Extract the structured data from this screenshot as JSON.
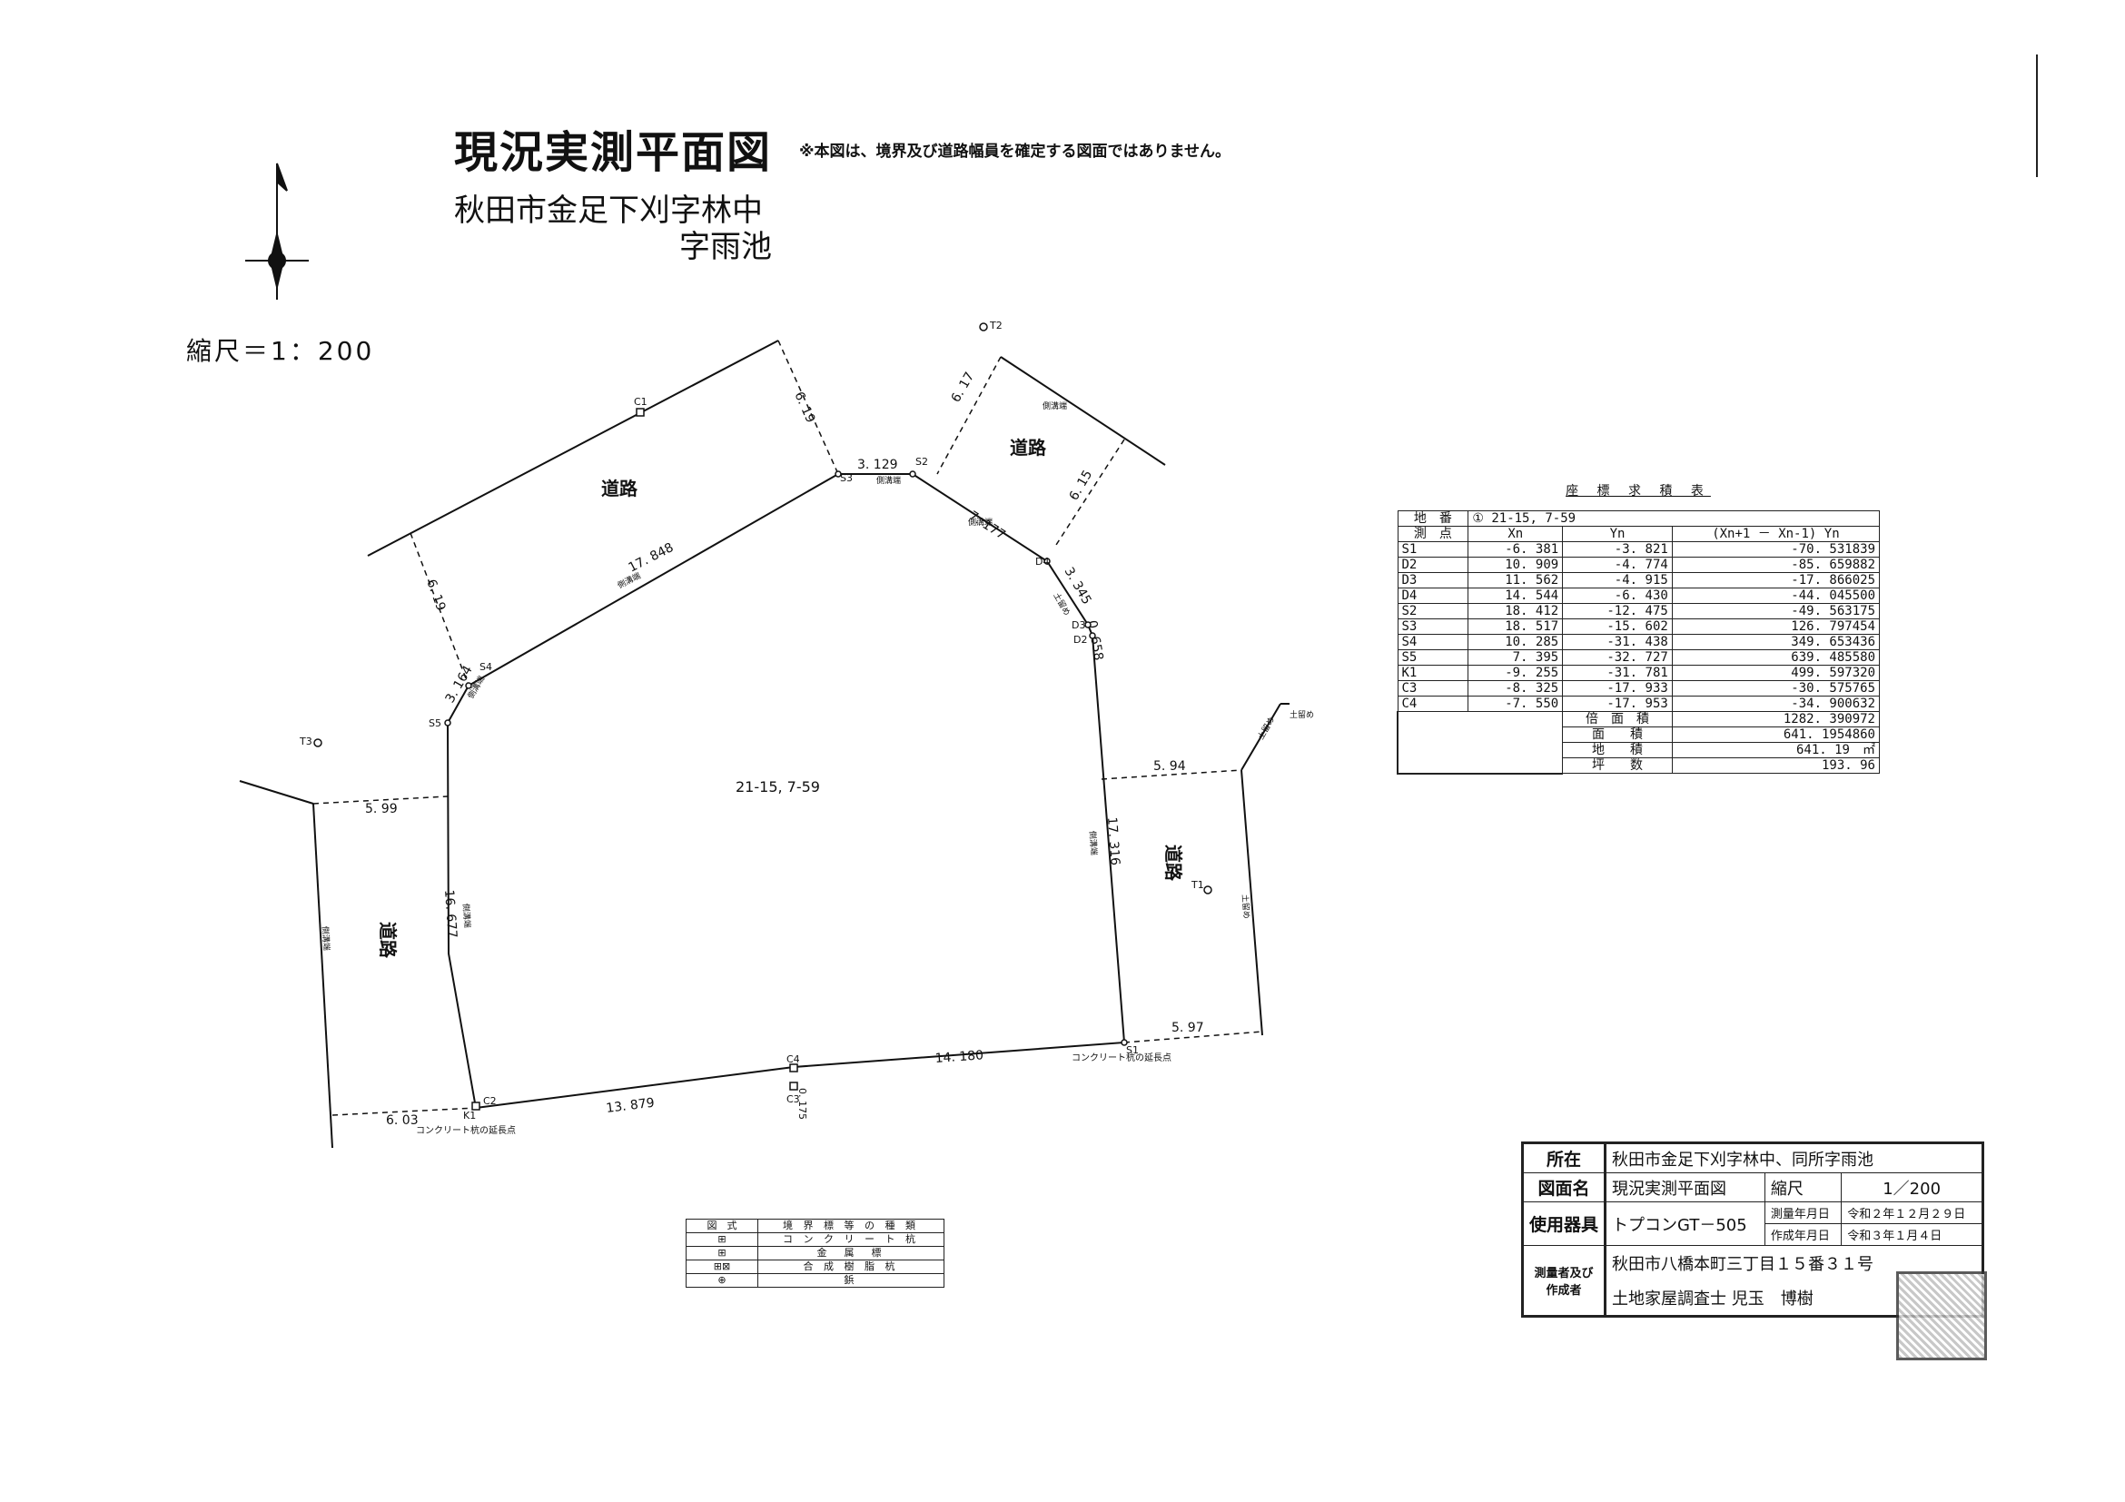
{
  "header": {
    "title": "現況実測平面図",
    "note": "※本図は、境界及び道路幅員を確定する図面ではありません。",
    "location_line1": "秋田市金足下刈字林中",
    "location_line2": "字雨池",
    "scale": "縮尺＝1：200"
  },
  "plan": {
    "parcel_label": "21-15, 7-59",
    "road_label": "道路",
    "edge_labels": [
      "17. 848",
      "3. 129",
      "7. 177",
      "3. 345",
      "0. 658",
      "17. 316",
      "14. 180",
      "13. 879",
      "16. 677",
      "3. 164",
      "0. 175"
    ],
    "road_widths": [
      "6. 19",
      "6. 19",
      "6. 17",
      "6. 15",
      "5. 94",
      "5. 97",
      "5. 99",
      "6. 03"
    ],
    "points": [
      "C1",
      "S3",
      "S2",
      "S4",
      "S5",
      "D4",
      "D3",
      "D2",
      "S1",
      "C4",
      "C3",
      "C2",
      "K1",
      "T1",
      "T2",
      "T3"
    ],
    "side_labels": {
      "gutter": "側溝端",
      "soil_gutter": "土留め"
    },
    "extension_note_1": "コンクリート杭の延長点",
    "extension_note_2": "コンクリート杭の延長点"
  },
  "coord_table": {
    "title": "座 標 求 積 表",
    "lot_label": "地　番",
    "lot_value": "① 21-15, 7-59",
    "headers": [
      "測　点",
      "Xn",
      "Yn",
      "(Xn+1 － Xn-1) Yn"
    ],
    "rows": [
      [
        "S1",
        "-6. 381",
        "-3. 821",
        "-70. 531839"
      ],
      [
        "D2",
        "10. 909",
        "-4. 774",
        "-85. 659882"
      ],
      [
        "D3",
        "11. 562",
        "-4. 915",
        "-17. 866025"
      ],
      [
        "D4",
        "14. 544",
        "-6. 430",
        "-44. 045500"
      ],
      [
        "S2",
        "18. 412",
        "-12. 475",
        "-49. 563175"
      ],
      [
        "S3",
        "18. 517",
        "-15. 602",
        "126. 797454"
      ],
      [
        "S4",
        "10. 285",
        "-31. 438",
        "349. 653436"
      ],
      [
        "S5",
        "7. 395",
        "-32. 727",
        "639. 485580"
      ],
      [
        "K1",
        "-9. 255",
        "-31. 781",
        "499. 597320"
      ],
      [
        "C3",
        "-8. 325",
        "-17. 933",
        "-30. 575765"
      ],
      [
        "C4",
        "-7. 550",
        "-17. 953",
        "-34. 900632"
      ]
    ],
    "summary": [
      [
        "倍　面　積",
        "1282. 390972"
      ],
      [
        "面　　積",
        "641. 1954860"
      ],
      [
        "地　　積",
        "641. 19　㎡"
      ],
      [
        "坪　　数",
        "193. 96"
      ]
    ]
  },
  "legend": {
    "header_symbol": "図　式",
    "header_desc": "境 界 標 等 の 種 類",
    "rows": [
      [
        "⊞",
        "コ ン ク リ ー ト 杭"
      ],
      [
        "⊞",
        "金　属　標"
      ],
      [
        "⊞⊠",
        "合 成 樹 脂 杭"
      ],
      [
        "⊕",
        "鋲"
      ]
    ]
  },
  "title_block": {
    "location_label": "所在",
    "location": "秋田市金足下刈字林中、同所字雨池",
    "drawing_label": "図面名",
    "drawing_name": "現況実測平面図",
    "scale_label": "縮尺",
    "scale": "1／200",
    "instrument_label": "使用器具",
    "instrument": "トプコンGT－505",
    "survey_date_label": "測量年月日",
    "survey_date": "令和２年１２月２９日",
    "created_date_label": "作成年月日",
    "created_date": "令和３年１月４日",
    "surveyor_label": "測量者及び作成者",
    "surveyor_address": "秋田市八橋本町三丁目１５番３１号",
    "surveyor_name": "土地家屋調査士 児玉　博樹"
  }
}
